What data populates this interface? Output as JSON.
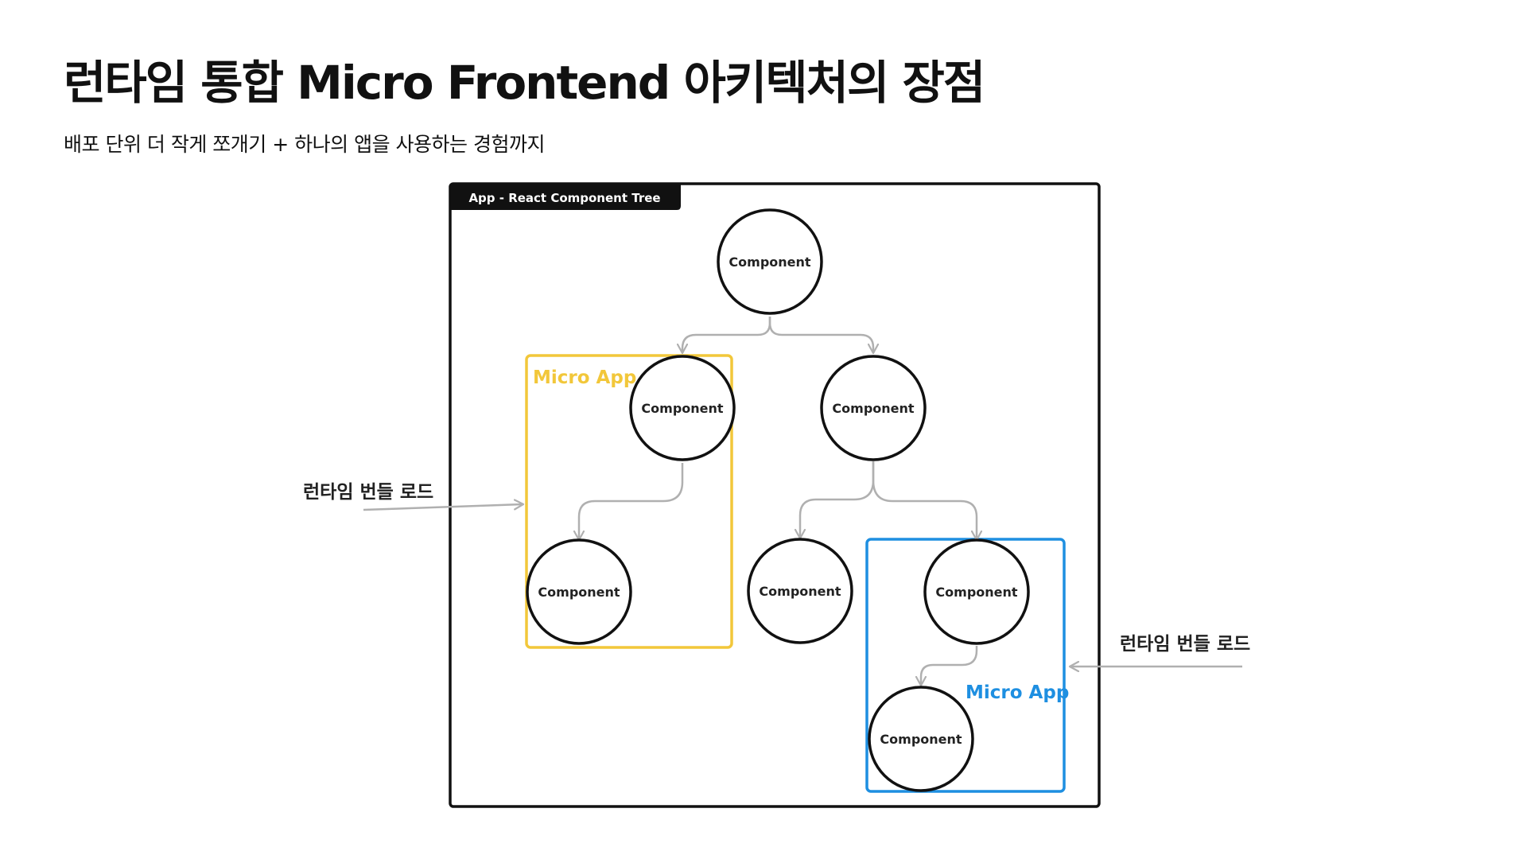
{
  "header": {
    "title": "런타임 통합 Micro Frontend 아키텍처의 장점",
    "subtitle": "배포 단위 더 작게 쪼개기 + 하나의 앱을 사용하는 경험까지"
  },
  "diagram": {
    "container_label": "App - React Component Tree",
    "node_label": "Component",
    "micro_app_label": "Micro App",
    "runtime_load_label": "런타임 번들 로드",
    "colors": {
      "micro_app_left": "#F2C73A",
      "micro_app_right": "#1E8FE1",
      "edge": "#B0B0B0",
      "outline": "#111111"
    }
  }
}
